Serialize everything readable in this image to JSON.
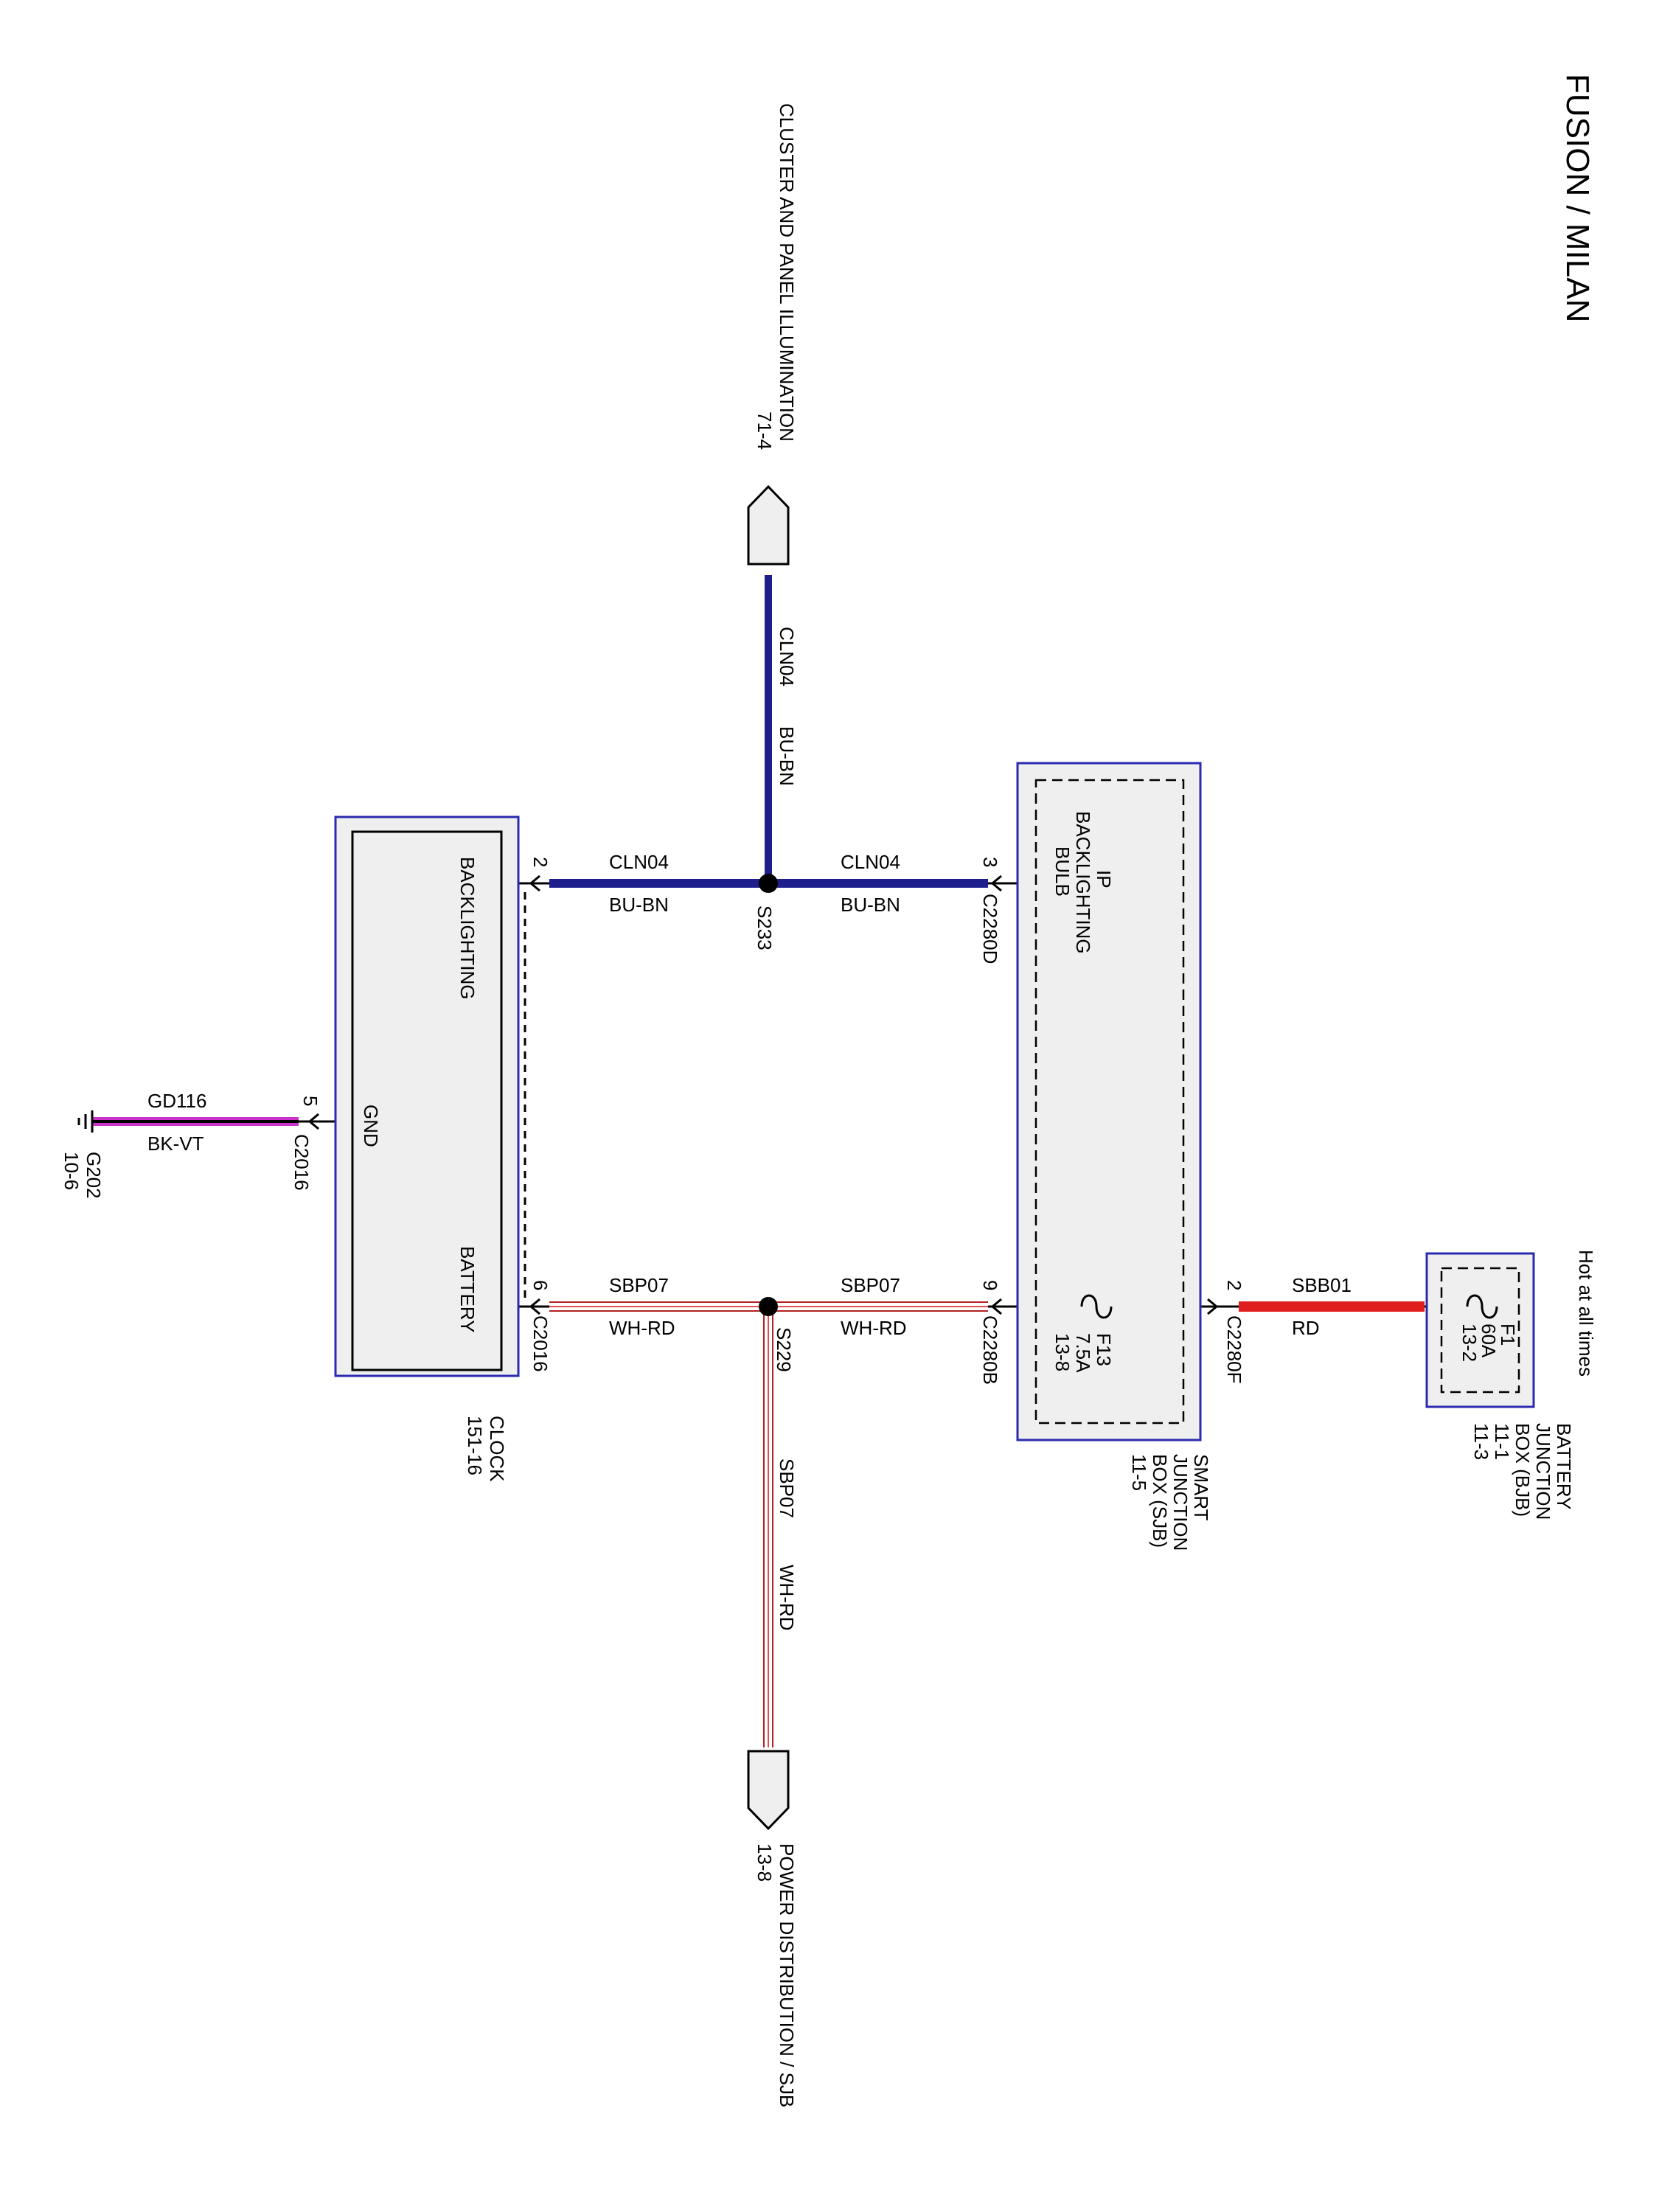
{
  "title": "FUSION / MILAN",
  "colors": {
    "blue_wire": "#1e1e8c",
    "red_wire": "#e01e1e",
    "white_red_stripe": "#b22222",
    "violet": "#cc33cc",
    "box_fill": "#efefef",
    "box_border": "#2b2bb0"
  },
  "top_connector": {
    "label": "CLUSTER AND PANEL ILLUMINATION",
    "ref": "71-4"
  },
  "bottom_connector": {
    "label": "POWER DISTRIBUTION / SJB",
    "ref": "13-8"
  },
  "vertical_wires": {
    "upper": {
      "circuit": "CLN04",
      "color": "BU-BN"
    },
    "lower": {
      "circuit": "SBP07",
      "color": "WH-RD"
    }
  },
  "splices": {
    "top": "S233",
    "bottom": "S229"
  },
  "clock": {
    "name": "CLOCK",
    "ref": "151-16",
    "pins": {
      "backlighting": "BACKLIGHTING",
      "gnd": "GND",
      "battery": "BATTERY"
    },
    "backlighting_pin": "2",
    "gnd_pin": "5",
    "gnd_connector": "C2016",
    "battery_pin": "6",
    "battery_connector": "C2016"
  },
  "ground_wire": {
    "circuit": "GD116",
    "color": "BK-VT"
  },
  "ground": {
    "id": "G202",
    "ref": "10-6"
  },
  "wires": {
    "clock_backlight": {
      "circuit": "CLN04",
      "color": "BU-BN"
    },
    "sjb_backlight": {
      "circuit": "CLN04",
      "color": "BU-BN"
    },
    "clock_battery": {
      "circuit": "SBP07",
      "color": "WH-RD"
    },
    "sjb_battery": {
      "circuit": "SBP07",
      "color": "WH-RD"
    },
    "bjb_feed": {
      "circuit": "SBB01",
      "color": "RD"
    }
  },
  "sjb": {
    "name_lines": [
      "SMART",
      "JUNCTION",
      "BOX (SJB)",
      "11-5"
    ],
    "bulb_lines": [
      "IP",
      "BACKLIGHTING",
      "BULB"
    ],
    "bulb_pin": "3",
    "bulb_connector": "C2280D",
    "fuse_lines": [
      "F13",
      "7.5A",
      "13-8"
    ],
    "fuse_pin": "9",
    "fuse_connector": "C2280B",
    "feed_pin": "2",
    "feed_connector": "C2280F"
  },
  "bjb": {
    "name_lines": [
      "BATTERY",
      "JUNCTION",
      "BOX (BJB)",
      "11-1",
      "11-3"
    ],
    "hot_label": "Hot at all times",
    "fuse_lines": [
      "F1",
      "60A",
      "13-2"
    ]
  }
}
